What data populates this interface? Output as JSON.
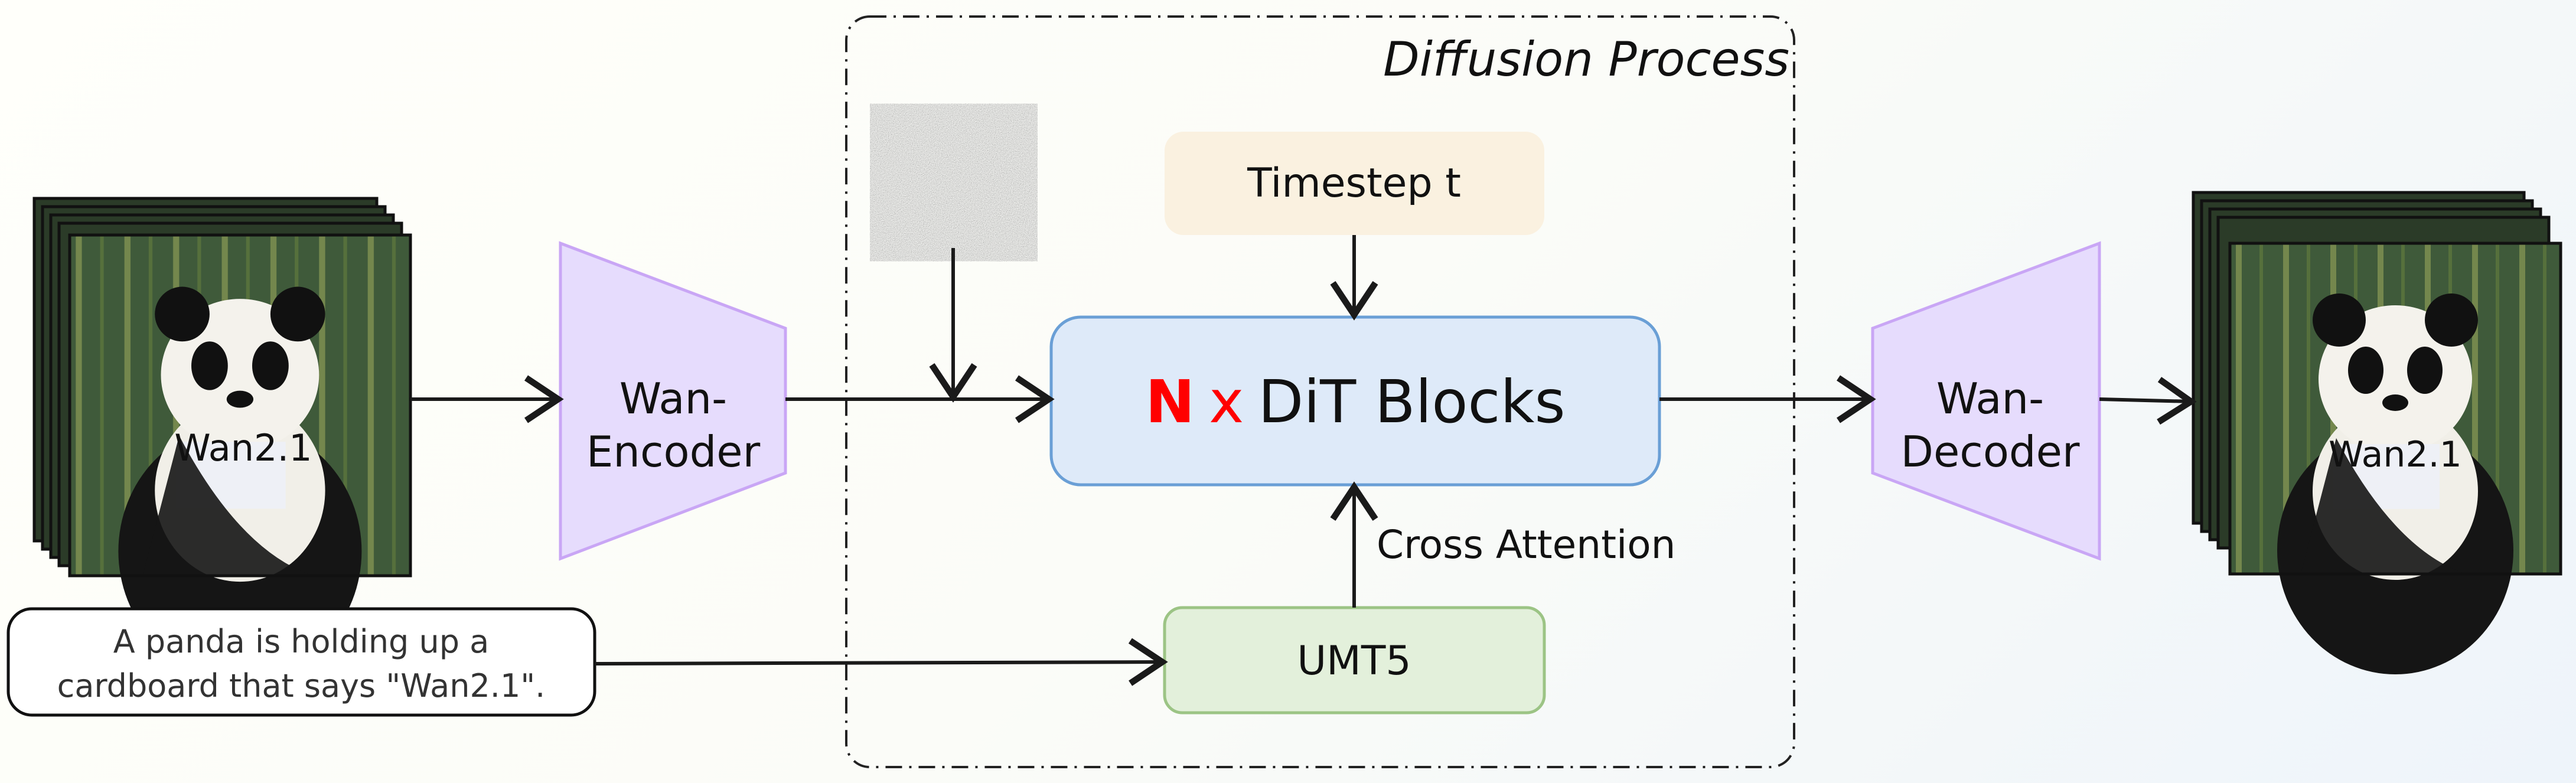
{
  "diffusion_process": {
    "title": "Diffusion Process"
  },
  "encoder": {
    "label_line1": "Wan-",
    "label_line2": "Encoder",
    "color": "#e6dcfd",
    "border": "#c9a6f5"
  },
  "decoder": {
    "label_line1": "Wan-",
    "label_line2": "Decoder",
    "color": "#e6dcfd",
    "border": "#c9a6f5"
  },
  "timestep": {
    "label": "Timestep t",
    "color": "#faf1e0"
  },
  "dit": {
    "n": "N",
    "x": "x",
    "label": "DiT Blocks",
    "color": "#deeaf9",
    "border": "#6a9fd6",
    "accent": "#ff0000"
  },
  "umt5": {
    "label": "UMT5",
    "color": "#e3f0db",
    "border": "#9cc485"
  },
  "cross_attention": {
    "label": "Cross Attention"
  },
  "prompt": {
    "line1": "A panda is holding up a",
    "line2": "cardboard that says \"Wan2.1\"."
  },
  "input_video": {
    "sign_text": "Wan2.1"
  },
  "output_video": {
    "sign_text": "Wan2.1"
  }
}
